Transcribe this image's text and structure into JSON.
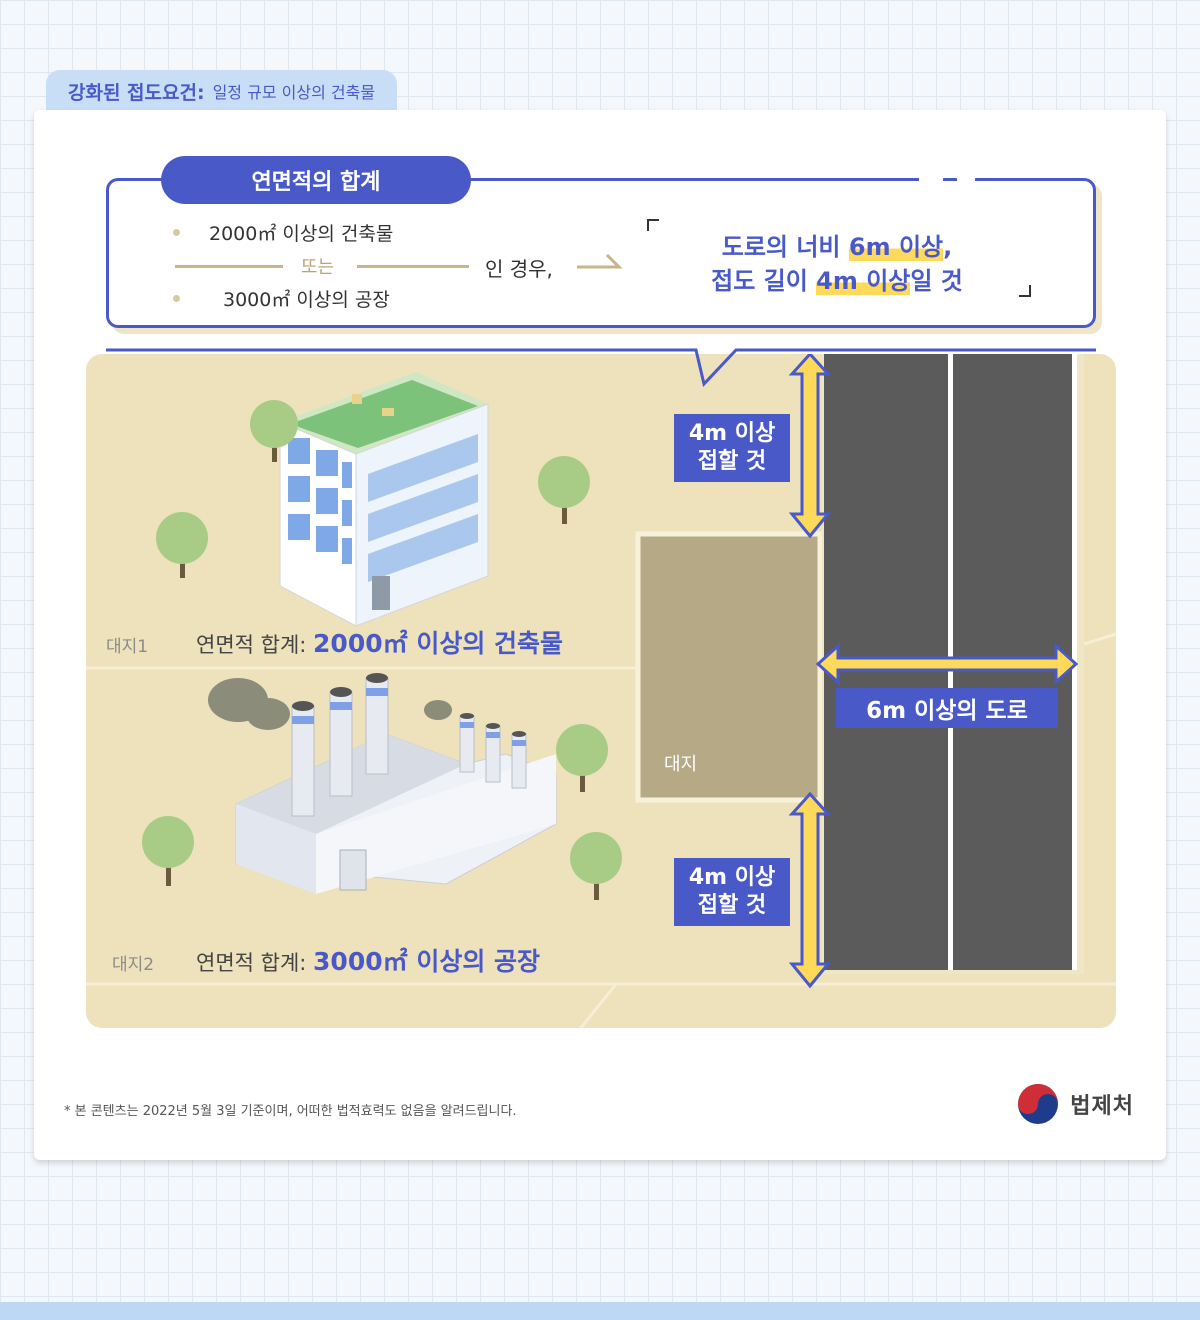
{
  "header": {
    "title_strong": "강화된 접도요건:",
    "title_light": "일정 규모 이상의 건축물"
  },
  "summary": {
    "pill_label": "연면적의 합계",
    "condition_1": "2000㎡ 이상의 건축물",
    "or_label": "또는",
    "condition_2": "3000㎡ 이상의 공장",
    "case_label": "인 경우,",
    "requirement_line_1": {
      "pre": "도로의 너비 ",
      "hl": "6m 이상",
      "post": ","
    },
    "requirement_line_2": {
      "pre": "접도 길이 ",
      "hl": "4m 이상",
      "post": "일 것"
    }
  },
  "scene": {
    "site1": {
      "small": "대지1",
      "prefix": "연면적 합계: ",
      "value": "2000㎡ 이상의 건축물"
    },
    "site2": {
      "small": "대지2",
      "prefix": "연면적 합계: ",
      "value": "3000㎡ 이상의 공장"
    },
    "contact_top": {
      "line1": "4m 이상",
      "line2": "접할 것"
    },
    "contact_bottom": {
      "line1": "4m 이상",
      "line2": "접할 것"
    },
    "road_label": "6m 이상의 도로",
    "lot_label": "대지"
  },
  "footer": {
    "note": "* 본 콘텐츠는 2022년 5월 3일 기준이며, 어떠한 법적효력도 없음을 알려드립니다.",
    "logo_text": "법제처"
  },
  "colors": {
    "accent": "#4a59c8",
    "highlight": "#ffd95a",
    "ground": "#ede2bb",
    "road": "#5b5b5b",
    "arrow": "#ffd95a"
  }
}
